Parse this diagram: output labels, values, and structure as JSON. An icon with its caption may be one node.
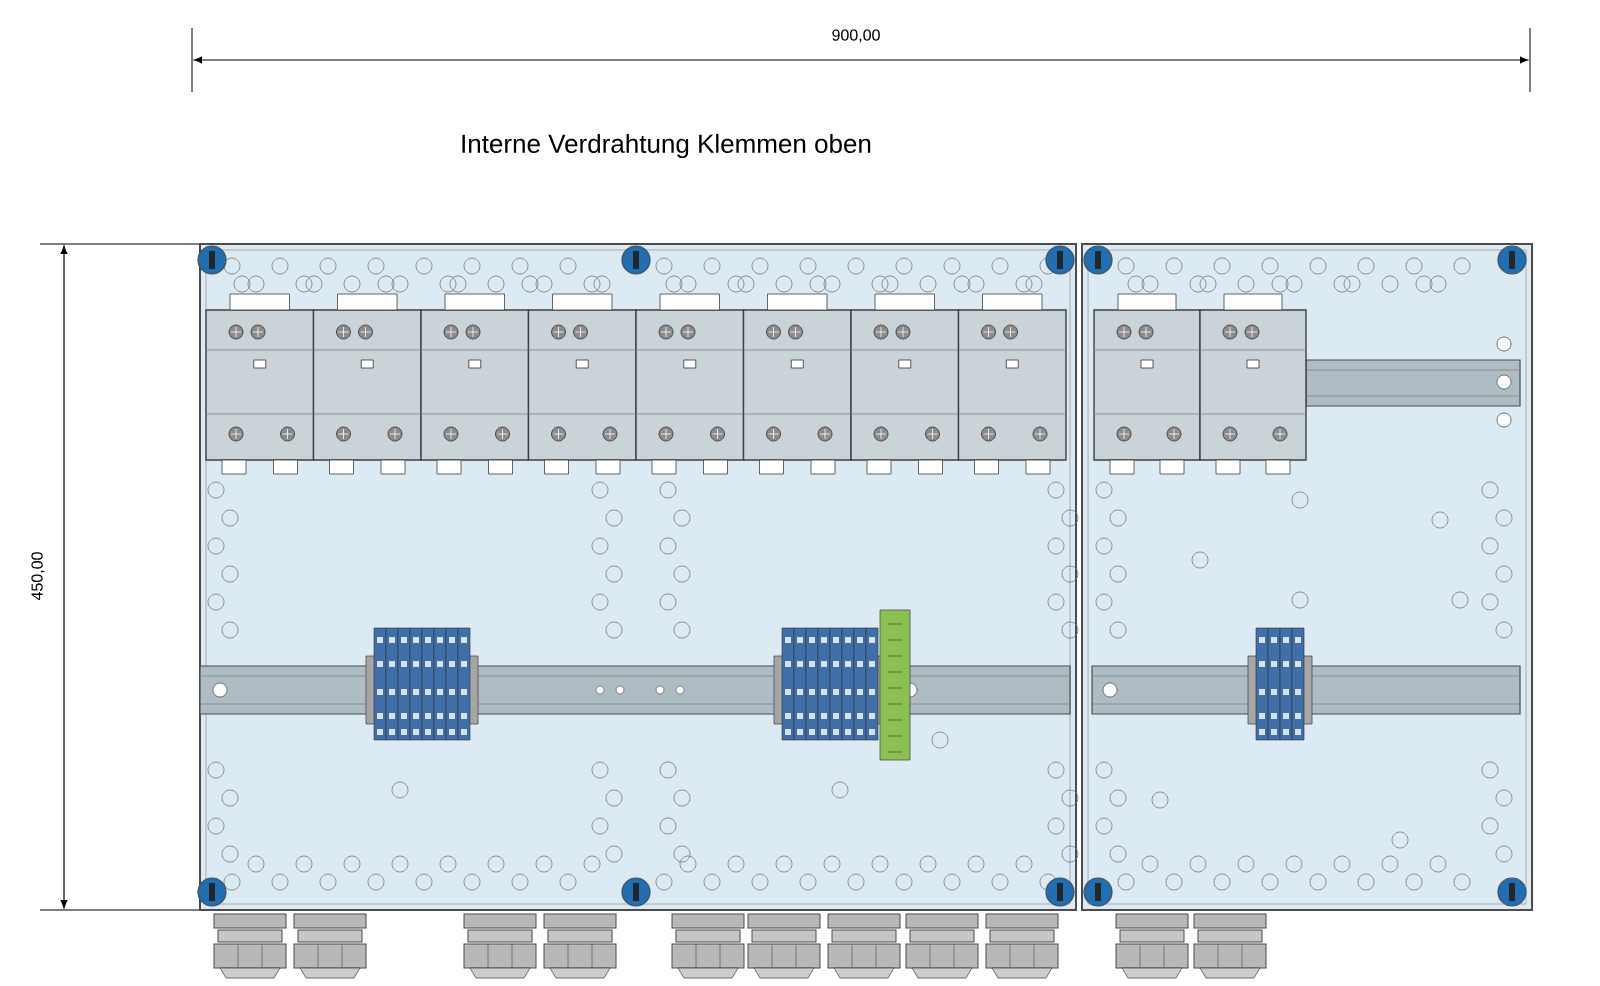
{
  "diagram": {
    "title": "Interne Verdrahtung Klemmen oben",
    "labels": [
      "900,00",
      "450,00"
    ]
  }
}
